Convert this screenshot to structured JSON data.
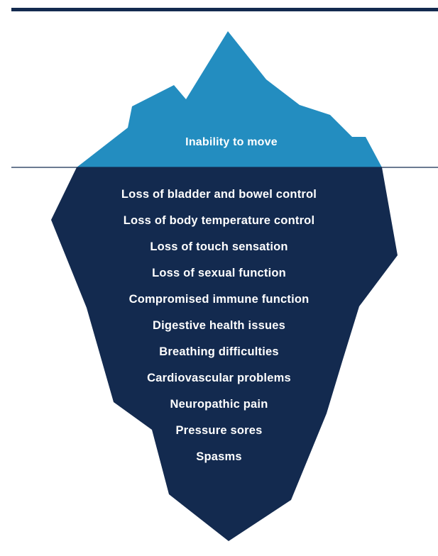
{
  "colors": {
    "top_bar": "#132a4f",
    "tip": "#238dc0",
    "underwater": "#132a4f",
    "waterline": "#132a4f",
    "text": "#ffffff",
    "background": "#ffffff"
  },
  "iceberg": {
    "visible_label": "Inability to move",
    "hidden_items": [
      "Loss of bladder and bowel control",
      "Loss of body temperature control",
      "Loss of touch sensation",
      "Loss of sexual function",
      "Compromised immune function",
      "Digestive health issues",
      "Breathing difficulties",
      "Cardiovascular problems",
      "Neuropathic pain",
      "Pressure sores",
      "Spasms"
    ]
  }
}
